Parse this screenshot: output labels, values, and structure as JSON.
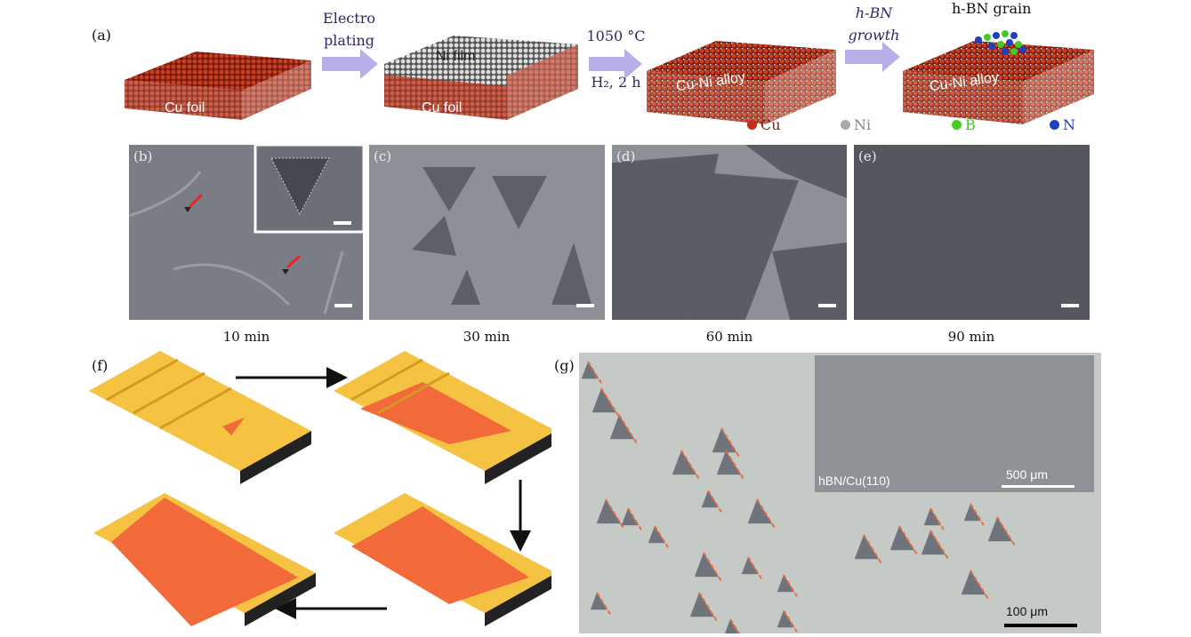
{
  "panel_a": {
    "label": "(a)",
    "step1": [
      "Electro",
      "plating"
    ],
    "step2": [
      "1050 °C",
      "H₂, 2 h"
    ],
    "step3": [
      "h-BN",
      "growth"
    ],
    "grain_label": "h-BN grain",
    "boxes": [
      "Cu foil",
      "Ni film",
      "Cu foil",
      "Cu-Ni alloy",
      "Cu-Ni alloy"
    ],
    "legend": [
      {
        "label": "Cu",
        "color": "#c0301c"
      },
      {
        "label": "Ni",
        "color": "#999999"
      },
      {
        "label": "B",
        "color": "#44cc22"
      },
      {
        "label": "N",
        "color": "#1f3fbf"
      }
    ]
  },
  "sem": [
    {
      "label": "(b)",
      "caption": "10 min"
    },
    {
      "label": "(c)",
      "caption": "30 min"
    },
    {
      "label": "(d)",
      "caption": "60 min"
    },
    {
      "label": "(e)",
      "caption": "90 min"
    }
  ],
  "panel_f": {
    "label": "(f)"
  },
  "panel_g": {
    "label": "(g)",
    "inset_label": "hBN/Cu(110)",
    "inset_scale": "500 μm",
    "scale": "100 μm"
  },
  "colors": {
    "cu": "#b8321c",
    "arrow": "#b9aee8",
    "terrace": "#f5c242",
    "hbn": "#f26a3a"
  }
}
